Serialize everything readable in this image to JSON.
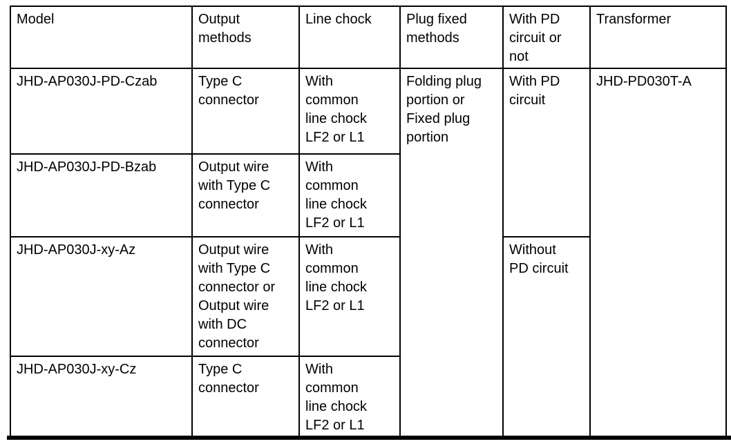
{
  "document": {
    "background_color": "#ffffff",
    "text_color": "#000000",
    "border_color": "#000000"
  },
  "table": {
    "headers": [
      "Model",
      "Output\nmethods",
      "Line chock",
      "Plug fixed\nmethods",
      "With PD\ncircuit or\nnot",
      "Transformer"
    ],
    "rows": [
      {
        "model": "JHD-AP030J-PD-Czab",
        "output_methods": "Type C\nconnector",
        "line_chock": "With\ncommon\nline chock\nLF2 or L1"
      },
      {
        "model": "JHD-AP030J-PD-Bzab",
        "output_methods": "Output wire\nwith Type C\nconnector",
        "line_chock": "With\ncommon\nline chock\nLF2 or L1"
      },
      {
        "model": "JHD-AP030J-xy-Az",
        "output_methods": "Output wire\nwith Type C\nconnector or\nOutput wire\nwith DC\nconnector",
        "line_chock": "With\ncommon\nline chock\nLF2 or L1"
      },
      {
        "model": "JHD-AP030J-xy-Cz",
        "output_methods": "Type C\nconnector",
        "line_chock": "With\ncommon\nline chock\nLF2 or L1"
      }
    ],
    "plug_fixed_methods": "Folding plug\nportion or\nFixed plug\nportion",
    "pd_circuit": {
      "with": "With PD\ncircuit",
      "without": "Without\nPD circuit"
    },
    "transformer": "JHD-PD030T-A"
  }
}
